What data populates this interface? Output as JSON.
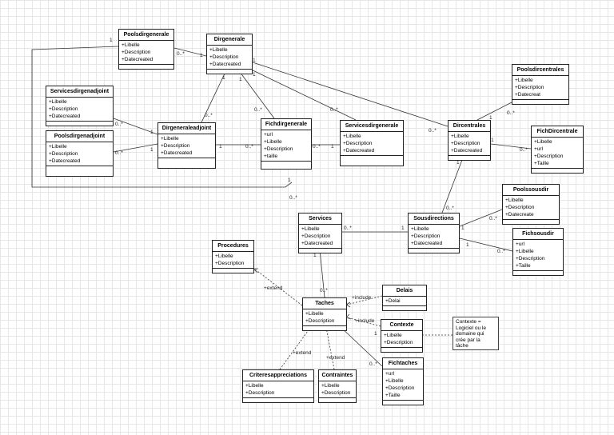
{
  "classes": {
    "poolsdirgenerale": {
      "name": "Poolsdirgenerale",
      "attrs": [
        "+Libelle",
        "+Description",
        "+Datecreated"
      ]
    },
    "dirgenerale": {
      "name": "Dirgenerale",
      "attrs": [
        "+Libelle",
        "+Description",
        "+Datecreated"
      ]
    },
    "servicesdirgenadjoint": {
      "name": "Servicesdirgenadjoint",
      "attrs": [
        "+Libelle",
        "+Description",
        "+Datecreated"
      ]
    },
    "poolsdirgenadjoint": {
      "name": "Poolsdirgenadjoint",
      "attrs": [
        "+Libelle",
        "+Description",
        "+Datecreated"
      ]
    },
    "dirgeneraleadjoint": {
      "name": "Dirgeneraleadjoint",
      "attrs": [
        "+Libelle",
        "+Description",
        "+Datecreated"
      ]
    },
    "fichdirgenerale": {
      "name": "Fichdirgenerale",
      "attrs": [
        "+url",
        "+Libelle",
        "+Description",
        "+taille"
      ]
    },
    "servicesdirgenerale": {
      "name": "Servicesdirgenerale",
      "attrs": [
        "+Libelle",
        "+Description",
        "+Datecreated"
      ]
    },
    "poolsdircentrales": {
      "name": "Poolsdircentrales",
      "attrs": [
        "+Libelle",
        "+Description",
        "+Datecreat"
      ]
    },
    "dircentrales": {
      "name": "Dircentrales",
      "attrs": [
        "+Libelle",
        "+Description",
        "+Datecreated"
      ]
    },
    "fichdircentrale": {
      "name": "FichDircentrale",
      "attrs": [
        "+Libelle",
        "+url",
        "+Description",
        "+Taille"
      ]
    },
    "poolssousdir": {
      "name": "Poolssousdir",
      "attrs": [
        "+Libelle",
        "+Description",
        "+Datecreate"
      ]
    },
    "services": {
      "name": "Services",
      "attrs": [
        "+Libelle",
        "+Description",
        "+Datecreated"
      ]
    },
    "sousdirections": {
      "name": "Sousdirections",
      "attrs": [
        "+Libelle",
        "+Description",
        "+Datecreated"
      ]
    },
    "fichsousdir": {
      "name": "Fichsousdir",
      "attrs": [
        "+url",
        "+Libelle",
        "+Description",
        "+Taille"
      ]
    },
    "procedures": {
      "name": "Procedures",
      "attrs": [
        "+Libelle",
        "+Description"
      ]
    },
    "delais": {
      "name": "Delais",
      "attrs": [
        "+Delai"
      ]
    },
    "taches": {
      "name": "Taches",
      "attrs": [
        "+Libelle",
        "+Description"
      ]
    },
    "contexte": {
      "name": "Contexte",
      "attrs": [
        "+Libelle",
        "+Description"
      ]
    },
    "fichtaches": {
      "name": "Fichtaches",
      "attrs": [
        "+url",
        "+Libelle",
        "+Description",
        "+Taille"
      ]
    },
    "criteresappreciations": {
      "name": "Criteresappreciations",
      "attrs": [
        "+Libelle",
        "+Description"
      ]
    },
    "contraintes": {
      "name": "Contraintes",
      "attrs": [
        "+Libelle",
        "+Description"
      ]
    }
  },
  "note": {
    "text": "Contexte =\nLogiciel ou le\ndomaine qui\ncrée par la\ntâche"
  },
  "labels": {
    "m1": "1",
    "m2": "0..*",
    "m3": "1",
    "m4": "1",
    "m5": "1",
    "m6": "1",
    "m7": "0..*",
    "m8": "0..*",
    "m9": "0..*",
    "m10": "0..*",
    "m11": "1",
    "m12": "1",
    "m13": "0..*",
    "m14": "1",
    "m15": "0..*",
    "m16": "0..*",
    "m17": "1",
    "m18": "1",
    "m19": "0..*",
    "m20": "1",
    "m21": "1",
    "m22": "0..*",
    "m23": "0..*",
    "m24": "1",
    "m25": "1",
    "m26": "0..*",
    "m27": "1",
    "m28": "0..*",
    "m29": "1",
    "m30": "0..*",
    "m31": "1",
    "m32": "0..*",
    "m33": "1",
    "m34": "0..*",
    "ext1": "+extend",
    "ext2": "+extend",
    "ext3": "+extend",
    "inc1": "+include",
    "inc2": "+include"
  }
}
